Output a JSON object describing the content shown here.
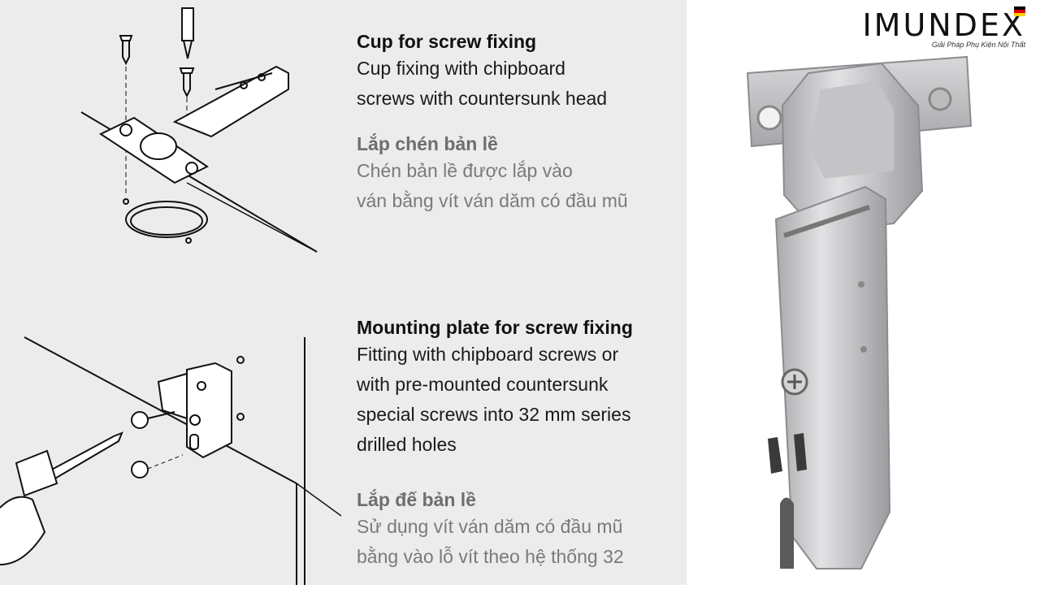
{
  "sections": {
    "cup": {
      "en_title": "Cup for screw fixing",
      "en_lines": [
        "Cup fixing with chipboard",
        "screws with countersunk head"
      ],
      "vi_title": "Lắp chén bản lề",
      "vi_lines": [
        "Chén bản lề được lắp vào",
        "ván bằng vít ván dăm có đầu mũ"
      ]
    },
    "plate": {
      "en_title": "Mounting plate for screw fixing",
      "en_lines": [
        "Fitting with chipboard screws or",
        "with pre-mounted countersunk",
        "special screws into 32 mm series",
        "drilled holes"
      ],
      "vi_title": "Lắp đế bản lề",
      "vi_lines": [
        "Sử dụng vít ván dăm có đầu mũ",
        "bằng vào lỗ vít theo hệ thống 32"
      ]
    }
  },
  "logo": {
    "wordmark": "IMUNDEX",
    "tagline": "Giải Pháp Phụ Kiện Nội Thất",
    "flag_colors": [
      "#000000",
      "#dd0000",
      "#ffce00"
    ]
  },
  "colors": {
    "panel_bg": "#ececec",
    "heading_en": "#111111",
    "heading_vi": "#6e6e6e",
    "metal": "#c9c9cb"
  }
}
